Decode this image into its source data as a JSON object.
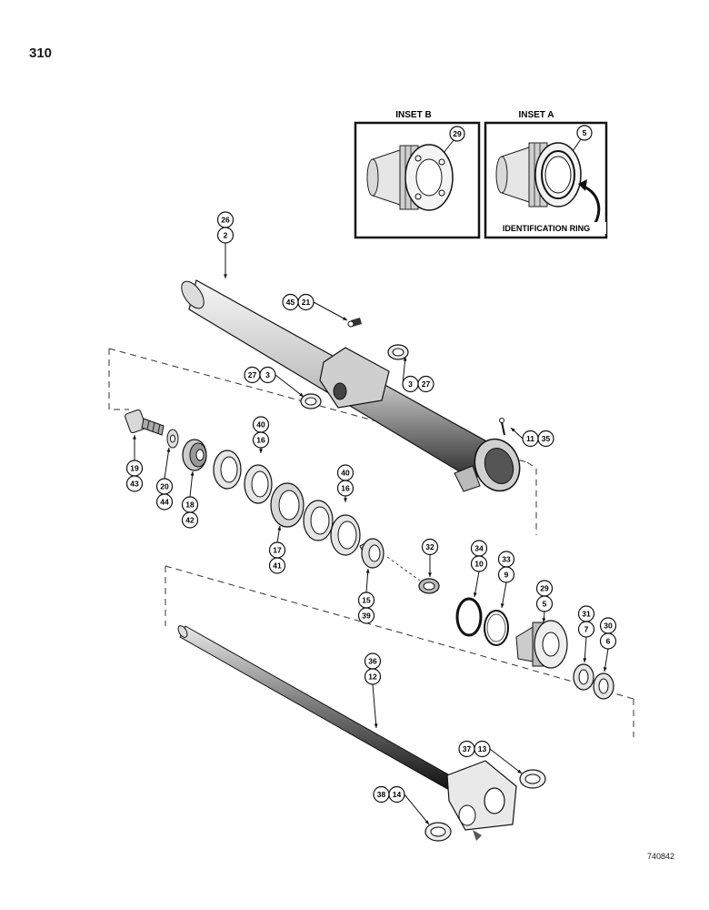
{
  "page_number": "310",
  "ref_code": "740842",
  "insets": {
    "b": {
      "title": "INSET B",
      "callout": "29"
    },
    "a": {
      "title": "INSET A",
      "callout": "5",
      "note": "IDENTIFICATION RING"
    }
  },
  "callouts": [
    [
      "26",
      "2"
    ],
    [
      "45",
      "21"
    ],
    [
      "27",
      "3"
    ],
    [
      "3",
      "27"
    ],
    [
      "11",
      "35"
    ],
    [
      "19",
      "43"
    ],
    [
      "20",
      "44"
    ],
    [
      "18",
      "42"
    ],
    [
      "40",
      "16"
    ],
    [
      "17",
      "41"
    ],
    [
      "40",
      "16"
    ],
    [
      "15",
      "39"
    ],
    [
      "32"
    ],
    [
      "34",
      "10"
    ],
    [
      "33",
      "9"
    ],
    [
      "29",
      "5"
    ],
    [
      "31",
      "7"
    ],
    [
      "30",
      "6"
    ],
    [
      "36",
      "12"
    ],
    [
      "37",
      "13"
    ],
    [
      "38",
      "14"
    ]
  ]
}
